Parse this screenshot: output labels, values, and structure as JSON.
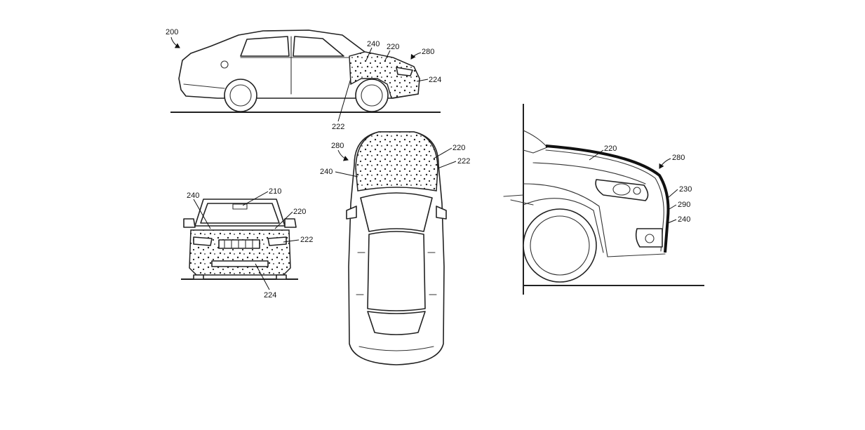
{
  "labels": {
    "side": {
      "fig": "200",
      "film": "240",
      "hood": "220",
      "cover": "280",
      "bumper": "224",
      "fender": "222"
    },
    "front": {
      "film": "240",
      "windshield": "210",
      "hood": "220",
      "fender": "222",
      "bumper": "224"
    },
    "top": {
      "cover": "280",
      "hood": "220",
      "fender": "222",
      "film": "240"
    },
    "detail": {
      "hood": "220",
      "cover": "280",
      "layer_a": "230",
      "layer_b": "290",
      "film": "240"
    }
  },
  "colors": {
    "ink": "#222222",
    "background": "#ffffff"
  }
}
